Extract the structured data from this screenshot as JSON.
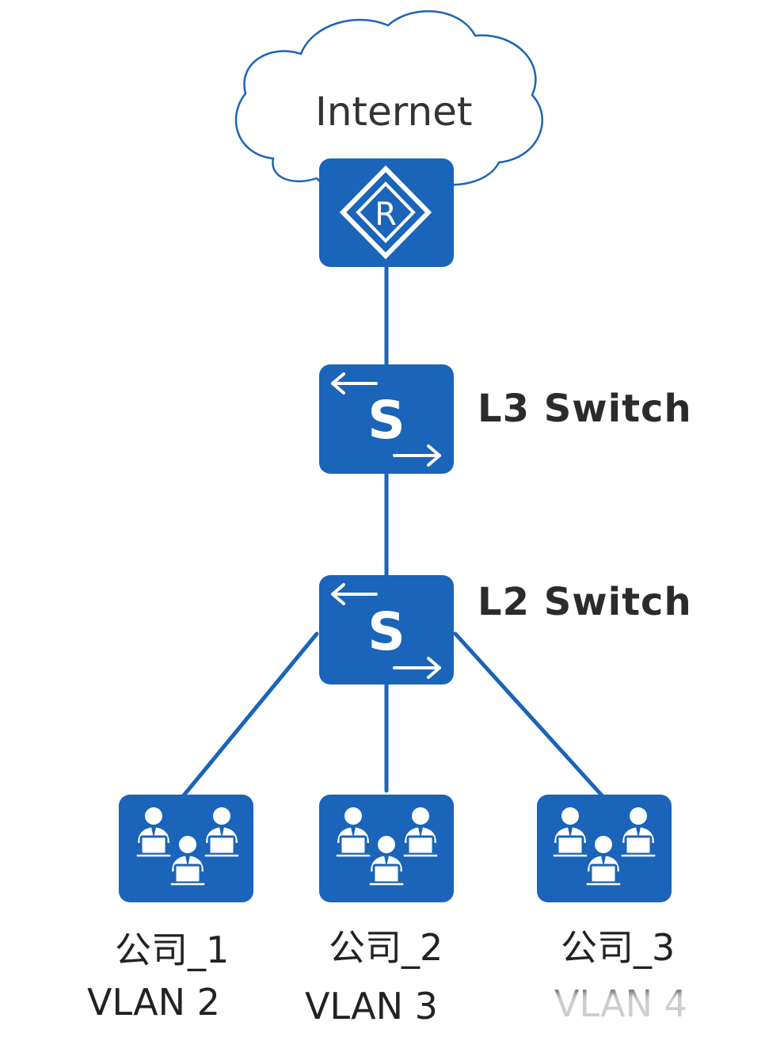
{
  "internet": {
    "label": "Internet"
  },
  "router": {
    "icon": "router-icon",
    "letter": "R"
  },
  "l3_switch": {
    "icon": "switch-icon",
    "letter": "S",
    "label": "L3 Switch"
  },
  "l2_switch": {
    "icon": "switch-icon",
    "letter": "S",
    "label": "L2 Switch"
  },
  "groups": [
    {
      "icon": "user-group-icon",
      "name": "公司_1",
      "vlan": "VLAN 2"
    },
    {
      "icon": "user-group-icon",
      "name": "公司_2",
      "vlan": "VLAN 3"
    },
    {
      "icon": "user-group-icon",
      "name": "公司_3",
      "vlan": "VLAN 4"
    }
  ],
  "colors": {
    "device_blue": "#1a64b9",
    "cloud_stroke": "#1a64b9",
    "link": "#1a64b9",
    "text": "#2b2b2b"
  }
}
